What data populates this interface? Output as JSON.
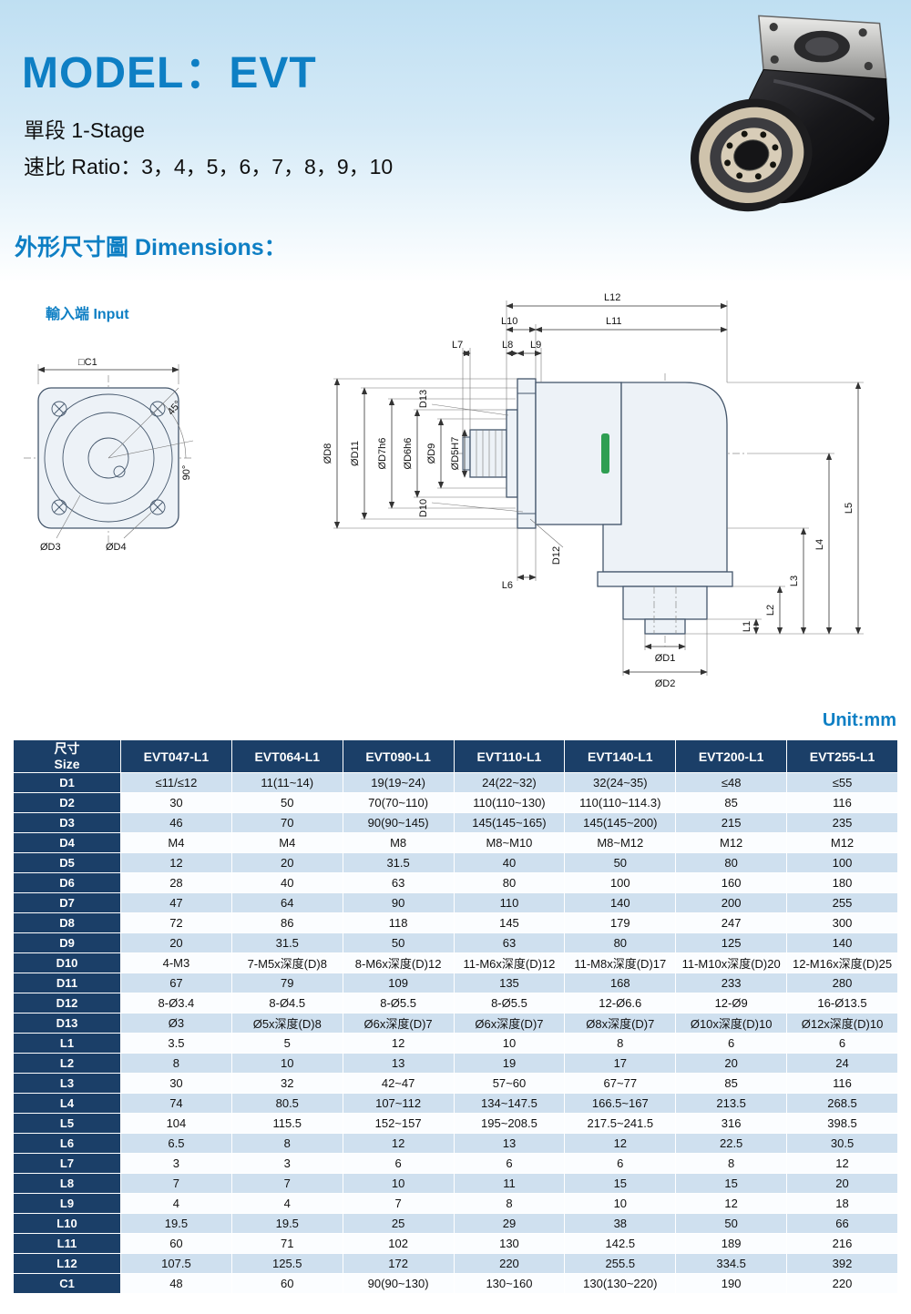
{
  "header": {
    "title": "MODEL：EVT",
    "stage": "單段 1-Stage",
    "ratio": "速比 Ratio：3，4，5，6，7，8，9，10"
  },
  "dimensions_heading": "外形尺寸圖 Dimensions：",
  "unit_label": "Unit:mm",
  "drawing": {
    "labels": {
      "input": "輸入端 Input",
      "c1": "□C1",
      "d3": "ØD3",
      "d4": "ØD4",
      "a45": "45°",
      "a90": "90°",
      "l1": "L1",
      "l2": "L2",
      "l3": "L3",
      "l4": "L4",
      "l5": "L5",
      "l6": "L6",
      "l7": "L7",
      "l8": "L8",
      "l9": "L9",
      "l10": "L10",
      "l11": "L11",
      "l12": "L12",
      "d8": "ØD8",
      "d11": "ØD11",
      "d7h6": "ØD7h6",
      "d6h6": "ØD6h6",
      "d9": "ØD9",
      "d5h7": "ØD5H7",
      "d13": "D13",
      "d10": "D10",
      "d12": "D12",
      "od1": "ØD1",
      "od2": "ØD2"
    }
  },
  "table": {
    "corner_zh": "尺寸",
    "corner_en": "Size",
    "columns": [
      "EVT047-L1",
      "EVT064-L1",
      "EVT090-L1",
      "EVT110-L1",
      "EVT140-L1",
      "EVT200-L1",
      "EVT255-L1"
    ],
    "rows": [
      {
        "label": "D1",
        "values": [
          "≤11/≤12",
          "11(11~14)",
          "19(19~24)",
          "24(22~32)",
          "32(24~35)",
          "≤48",
          "≤55"
        ]
      },
      {
        "label": "D2",
        "values": [
          "30",
          "50",
          "70(70~110)",
          "110(110~130)",
          "110(110~114.3)",
          "85",
          "116"
        ]
      },
      {
        "label": "D3",
        "values": [
          "46",
          "70",
          "90(90~145)",
          "145(145~165)",
          "145(145~200)",
          "215",
          "235"
        ]
      },
      {
        "label": "D4",
        "values": [
          "M4",
          "M4",
          "M8",
          "M8~M10",
          "M8~M12",
          "M12",
          "M12"
        ]
      },
      {
        "label": "D5",
        "values": [
          "12",
          "20",
          "31.5",
          "40",
          "50",
          "80",
          "100"
        ]
      },
      {
        "label": "D6",
        "values": [
          "28",
          "40",
          "63",
          "80",
          "100",
          "160",
          "180"
        ]
      },
      {
        "label": "D7",
        "values": [
          "47",
          "64",
          "90",
          "110",
          "140",
          "200",
          "255"
        ]
      },
      {
        "label": "D8",
        "values": [
          "72",
          "86",
          "118",
          "145",
          "179",
          "247",
          "300"
        ]
      },
      {
        "label": "D9",
        "values": [
          "20",
          "31.5",
          "50",
          "63",
          "80",
          "125",
          "140"
        ]
      },
      {
        "label": "D10",
        "values": [
          "4-M3",
          "7-M5x深度(D)8",
          "8-M6x深度(D)12",
          "11-M6x深度(D)12",
          "11-M8x深度(D)17",
          "11-M10x深度(D)20",
          "12-M16x深度(D)25"
        ]
      },
      {
        "label": "D11",
        "values": [
          "67",
          "79",
          "109",
          "135",
          "168",
          "233",
          "280"
        ]
      },
      {
        "label": "D12",
        "values": [
          "8-Ø3.4",
          "8-Ø4.5",
          "8-Ø5.5",
          "8-Ø5.5",
          "12-Ø6.6",
          "12-Ø9",
          "16-Ø13.5"
        ]
      },
      {
        "label": "D13",
        "values": [
          "Ø3",
          "Ø5x深度(D)8",
          "Ø6x深度(D)7",
          "Ø6x深度(D)7",
          "Ø8x深度(D)7",
          "Ø10x深度(D)10",
          "Ø12x深度(D)10"
        ]
      },
      {
        "label": "L1",
        "values": [
          "3.5",
          "5",
          "12",
          "10",
          "8",
          "6",
          "6"
        ]
      },
      {
        "label": "L2",
        "values": [
          "8",
          "10",
          "13",
          "19",
          "17",
          "20",
          "24"
        ]
      },
      {
        "label": "L3",
        "values": [
          "30",
          "32",
          "42~47",
          "57~60",
          "67~77",
          "85",
          "116"
        ]
      },
      {
        "label": "L4",
        "values": [
          "74",
          "80.5",
          "107~112",
          "134~147.5",
          "166.5~167",
          "213.5",
          "268.5"
        ]
      },
      {
        "label": "L5",
        "values": [
          "104",
          "115.5",
          "152~157",
          "195~208.5",
          "217.5~241.5",
          "316",
          "398.5"
        ]
      },
      {
        "label": "L6",
        "values": [
          "6.5",
          "8",
          "12",
          "13",
          "12",
          "22.5",
          "30.5"
        ]
      },
      {
        "label": "L7",
        "values": [
          "3",
          "3",
          "6",
          "6",
          "6",
          "8",
          "12"
        ]
      },
      {
        "label": "L8",
        "values": [
          "7",
          "7",
          "10",
          "11",
          "15",
          "15",
          "20"
        ]
      },
      {
        "label": "L9",
        "values": [
          "4",
          "4",
          "7",
          "8",
          "10",
          "12",
          "18"
        ]
      },
      {
        "label": "L10",
        "values": [
          "19.5",
          "19.5",
          "25",
          "29",
          "38",
          "50",
          "66"
        ]
      },
      {
        "label": "L11",
        "values": [
          "60",
          "71",
          "102",
          "130",
          "142.5",
          "189",
          "216"
        ]
      },
      {
        "label": "L12",
        "values": [
          "107.5",
          "125.5",
          "172",
          "220",
          "255.5",
          "334.5",
          "392"
        ]
      },
      {
        "label": "C1",
        "values": [
          "48",
          "60",
          "90(90~130)",
          "130~160",
          "130(130~220)",
          "190",
          "220"
        ]
      }
    ]
  },
  "colors": {
    "accent": "#0e7fc4",
    "table_header_bg": "#1b3f68",
    "row_alt_bg": "#cfe0ef",
    "logo_green": "#2f9e52"
  }
}
